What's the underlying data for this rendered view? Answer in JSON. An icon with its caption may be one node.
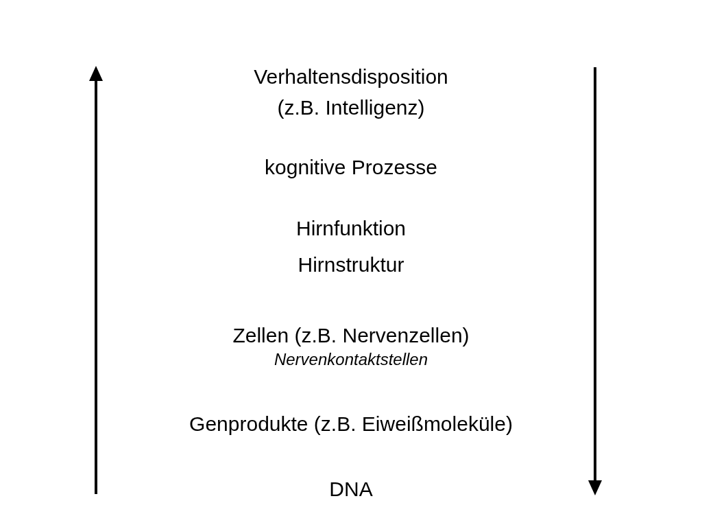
{
  "diagram": {
    "labels": [
      "Verhaltensdisposition (z.B. Intelligenz)",
      "kognitive Prozesse",
      "Hirnfunktion",
      "Hirnstruktur",
      "Zellen (z.B. Nervenzellen)",
      "Nervenkontaktstellen",
      "Genprodukte (z.B. Eiweißmoleküle)",
      "DNA"
    ]
  }
}
